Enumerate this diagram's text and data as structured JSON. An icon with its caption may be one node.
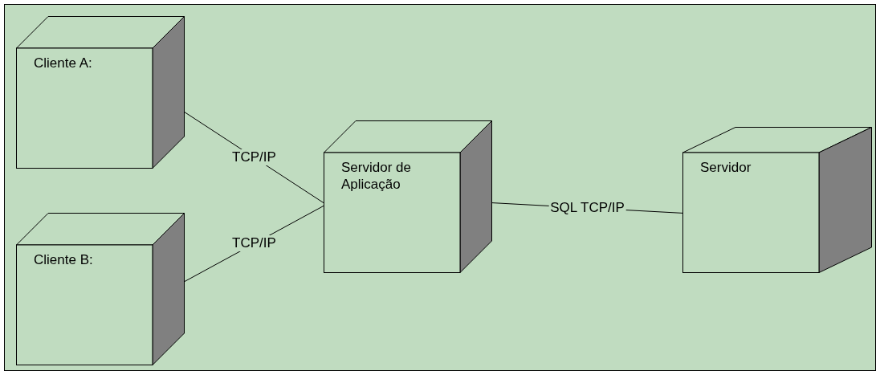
{
  "diagram": {
    "nodes": [
      {
        "text": [
          "Cliente A:"
        ]
      },
      {
        "text": [
          "Cliente B:"
        ]
      },
      {
        "text": [
          "Servidor de Aplicação"
        ]
      },
      {
        "text": [
          "Servidor"
        ]
      }
    ],
    "edges": [
      {
        "from": 0,
        "to": 2,
        "arrow": "none",
        "label": "TCP/IP"
      },
      {
        "from": 1,
        "to": 2,
        "arrow": "none",
        "label": "TCP/IP"
      },
      {
        "from": 2,
        "to": 3,
        "arrow": "none",
        "label": "SQL TCP/IP"
      }
    ]
  }
}
